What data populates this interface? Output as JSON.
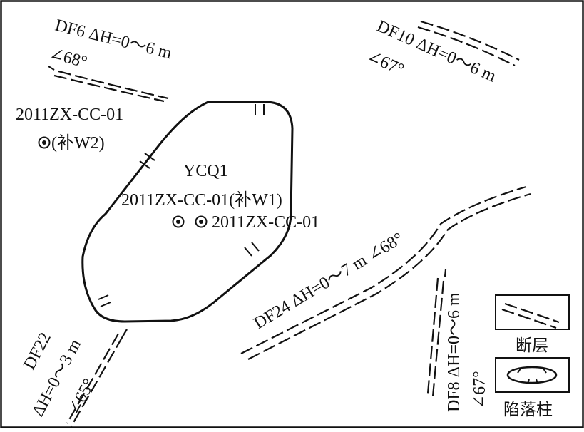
{
  "figure": {
    "faults": [
      {
        "id": "DF6",
        "label": "DF6 ΔH=0～6 m",
        "dip": "∠68°"
      },
      {
        "id": "DF10",
        "label": "DF10 ΔH=0～6 m",
        "dip": "∠67°"
      },
      {
        "id": "DF24",
        "label": "DF24 ΔH=0～7 m ∠68°"
      },
      {
        "id": "DF22",
        "name": "DF22",
        "throw": "ΔH=0～3 m",
        "dip": "∠65°"
      },
      {
        "id": "DF8",
        "label": "DF8 ΔH=0～6 m",
        "dip": "∠67°"
      }
    ],
    "collapse_column": {
      "name": "YCQ1",
      "wells": {
        "supplement_w1": "2011ZX-CC-01(补W1)",
        "main": "2011ZX-CC-01"
      }
    },
    "outside_well": {
      "name": "2011ZX-CC-01",
      "supplement": "(补W2)"
    },
    "legend": {
      "fault": "断层",
      "collapse_column": "陷落柱"
    }
  }
}
